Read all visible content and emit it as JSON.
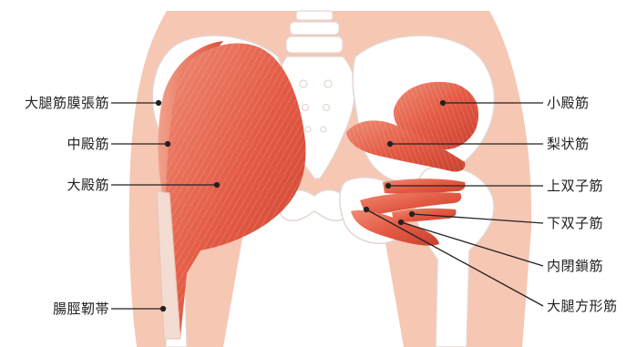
{
  "labels_left": [
    {
      "id": "tfl",
      "text": "大腿筋膜張筋"
    },
    {
      "id": "gmed",
      "text": "中殿筋"
    },
    {
      "id": "gmax",
      "text": "大殿筋"
    },
    {
      "id": "itb",
      "text": "腸脛靭帯"
    }
  ],
  "labels_right": [
    {
      "id": "gmin",
      "text": "小殿筋"
    },
    {
      "id": "piri",
      "text": "梨状筋"
    },
    {
      "id": "gsup",
      "text": "上双子筋"
    },
    {
      "id": "ginf",
      "text": "下双子筋"
    },
    {
      "id": "oint",
      "text": "内閉鎖筋"
    },
    {
      "id": "qfem",
      "text": "大腿方形筋"
    }
  ],
  "colors": {
    "skin": "#f6c7b3",
    "bone": "#ffffff",
    "bone_stroke": "#e3d6d2",
    "muscle": "#e35a44",
    "muscle_dark": "#c8402f",
    "leader": "#222222"
  }
}
